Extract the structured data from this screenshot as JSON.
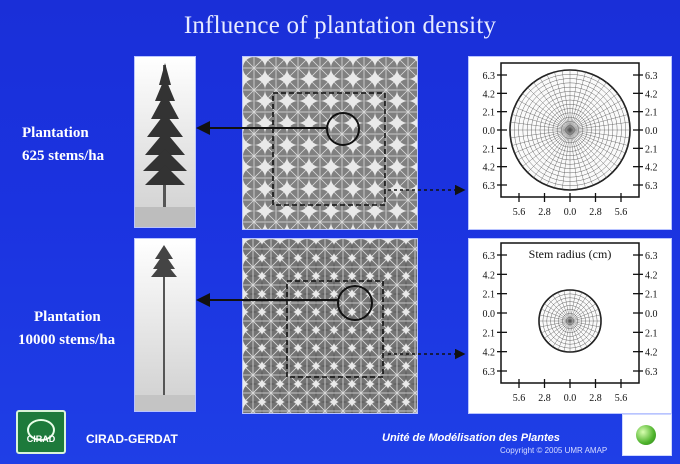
{
  "title": "Influence of plantation density",
  "plantations": [
    {
      "line1": "Plantation",
      "line2": "625 stems/ha"
    },
    {
      "line1": "Plantation",
      "line2": "10000 stems/ha"
    }
  ],
  "plots": {
    "top": {
      "y_ticks_left": [
        "6.3",
        "4.2",
        "2.1",
        "0.0",
        "2.1",
        "4.2",
        "6.3"
      ],
      "y_ticks_right": [
        "6.3",
        "4.2",
        "2.1",
        "0.0",
        "2.1",
        "4.2",
        "6.3"
      ],
      "x_ticks": [
        "5.6",
        "2.8",
        "0.0",
        "2.8",
        "5.6"
      ]
    },
    "bottom": {
      "title": "Stem radius (cm)",
      "y_ticks_left": [
        "6.3",
        "4.2",
        "2.1",
        "0.0",
        "2.1",
        "4.2",
        "6.3"
      ],
      "y_ticks_right": [
        "6.3",
        "4.2",
        "2.1",
        "0.0",
        "2.1",
        "4.2",
        "6.3"
      ],
      "x_ticks": [
        "5.6",
        "2.8",
        "0.0",
        "2.8",
        "5.6"
      ]
    }
  },
  "footer": {
    "logo_text": "CIRAD",
    "left": "CIRAD-GERDAT",
    "right": "Unité de Modélisation des Plantes",
    "copyright": "Copyright © 2005 UMR AMAP"
  },
  "colors": {
    "background": "#1b33e0",
    "panel": "#ffffff"
  }
}
